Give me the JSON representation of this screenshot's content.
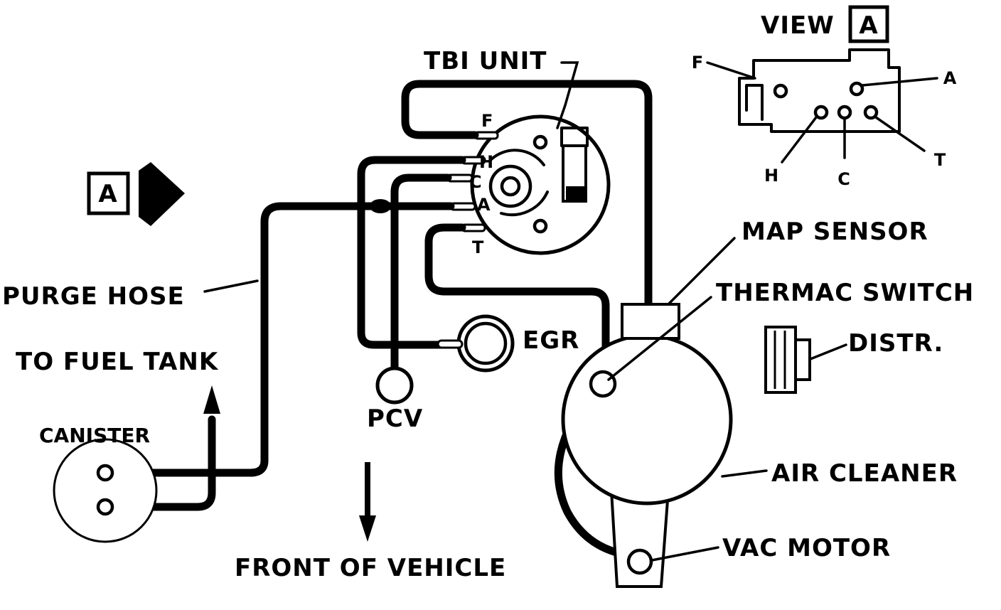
{
  "view": {
    "title": "VIEW",
    "letter": "A"
  },
  "view_marker": {
    "letter": "A"
  },
  "labels": {
    "tbi_unit": "TBI UNIT",
    "purge_hose": "PURGE HOSE",
    "to_fuel_tank": "TO FUEL TANK",
    "canister": "CANISTER",
    "pcv": "PCV",
    "egr": "EGR",
    "front_of_vehicle": "FRONT OF VEHICLE",
    "map_sensor": "MAP SENSOR",
    "thermac_switch": "THERMAC SWITCH",
    "distr": "DISTR.",
    "air_cleaner": "AIR CLEANER",
    "vac_motor": "VAC MOTOR"
  },
  "tbi_ports": {
    "f": "F",
    "h": "H",
    "c": "C",
    "a": "A",
    "t": "T"
  },
  "view_ports": {
    "f": "F",
    "a": "A",
    "h": "H",
    "c": "C",
    "t": "T"
  }
}
